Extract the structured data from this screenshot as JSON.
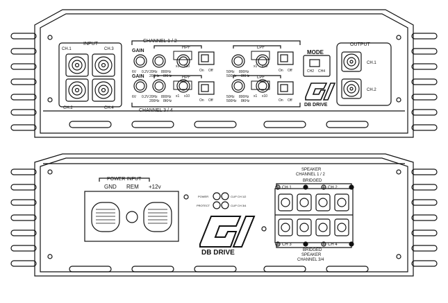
{
  "top_panel": {
    "input_label": "INPUT",
    "input_ch1": "CH.1",
    "input_ch3": "CH.3",
    "input_ch2": "CH.2",
    "input_ch4": "CH.4",
    "channel_12": "CHANNEL 1 / 2",
    "channel_34": "CHANNEL 3 / 4",
    "gain": "GAIN",
    "gain_min": "6V",
    "gain_max": "0.2V",
    "hpf": "HPF",
    "lpf": "LPF",
    "x1": "x1",
    "x10": "x10",
    "hpf_min_top": "20Hz",
    "hpf_min_bot": "200Hz",
    "hpf_max_top": "800Hz",
    "hpf_max_bot": "8KHz",
    "lpf_min_top": "50Hz",
    "lpf_min_bot": "500Hz",
    "lpf_max_top": "800Hz",
    "lpf_max_bot": "8KHz",
    "on": "On",
    "off": "Off",
    "mode": "MODE",
    "mode_ch2": "CH2",
    "mode_ch4": "CH4",
    "output_label": "OUTPUT",
    "output_ch1": "CH.1",
    "output_ch2": "CH.2",
    "brand": "DB DRIVE"
  },
  "bottom_panel": {
    "power_input": "POWER INPUT",
    "gnd": "GND",
    "rem": "REM",
    "v12": "+12v",
    "power": "POWER",
    "protect": "PROTECT",
    "clip_ch12": "CLIP CH 1/2",
    "clip_ch34": "CLIP CH 3/4",
    "speaker": "SPEAKER",
    "speaker_ch12": "CHANNEL 1 / 2",
    "speaker_ch34": "CHANNEL 3/4",
    "bridged": "BRIDGED",
    "ch1": "CH 1",
    "ch2": "CH 2",
    "ch3": "CH 3",
    "ch4": "CH 4",
    "brand": "DB DRIVE"
  },
  "colors": {
    "line": "#111111",
    "background": "#ffffff"
  }
}
